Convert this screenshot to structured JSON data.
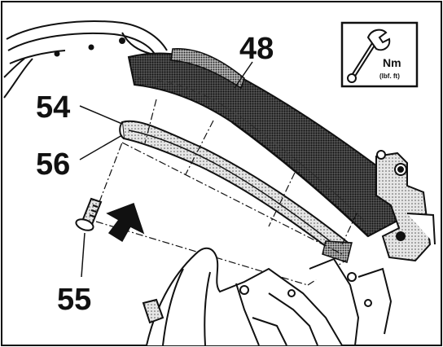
{
  "diagram": {
    "callouts": [
      {
        "id": "c48",
        "label": "48"
      },
      {
        "id": "c54",
        "label": "54"
      },
      {
        "id": "c56",
        "label": "56"
      },
      {
        "id": "c55",
        "label": "55"
      }
    ],
    "torque_box": {
      "unit_main": "Nm",
      "unit_alt": "(lbf. ft)",
      "icon": "wrench-icon"
    },
    "colors": {
      "ink": "#111111",
      "paper": "#ffffff",
      "halftone": "#6e6e6e"
    }
  }
}
